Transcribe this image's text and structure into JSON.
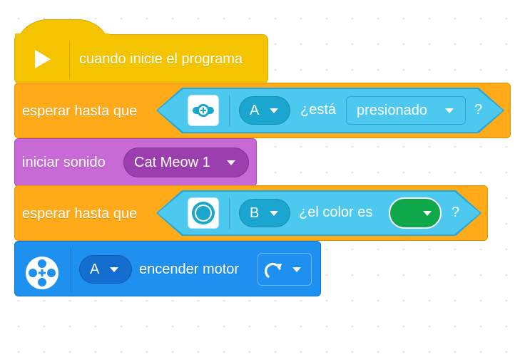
{
  "blocks": {
    "start": {
      "label": "cuando inicie el programa"
    },
    "wait_button": {
      "label": "esperar hasta que",
      "port": "A",
      "connector": "¿está",
      "state": "presionado",
      "question": "?"
    },
    "sound": {
      "label": "iniciar sonido",
      "sound": "Cat Meow 1"
    },
    "wait_color": {
      "label": "esperar hasta que",
      "port": "B",
      "connector": "¿el color es",
      "question": "?",
      "selected_color": "#0ea84b"
    },
    "motor": {
      "port": "A",
      "label": "encender motor",
      "direction_icon": "clockwise-arrow-icon"
    }
  },
  "colors": {
    "events": "#f5c400",
    "control": "#ffab19",
    "sound": "#c76ad6",
    "sensor": "#4dc9f0",
    "motor": "#1e90ef"
  }
}
